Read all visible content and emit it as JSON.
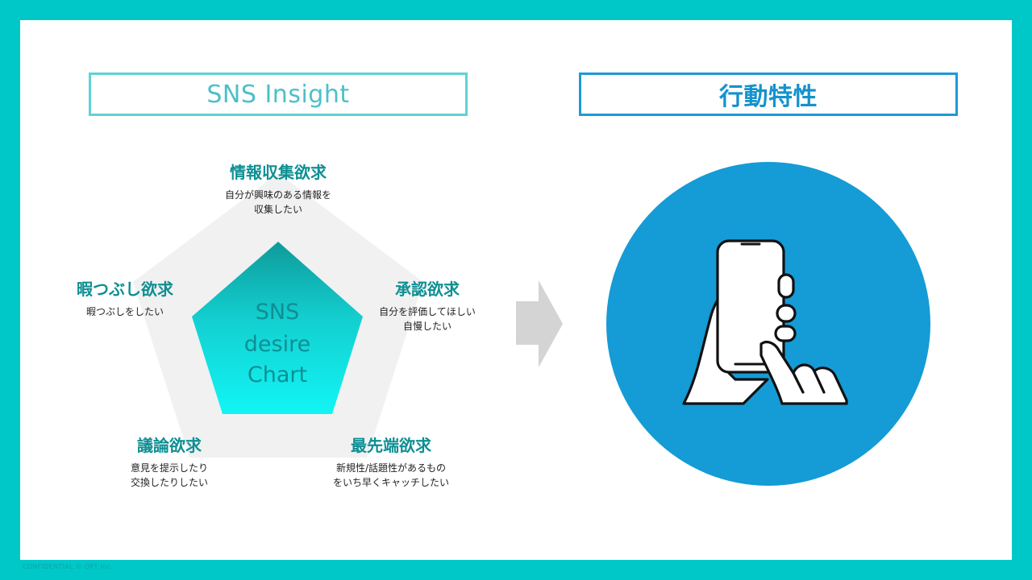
{
  "left_header": "SNS Insight",
  "right_header": "行動特性",
  "center_label": [
    "SNS",
    "desire",
    "Chart"
  ],
  "categories": {
    "top": {
      "title": "情報収集欲求",
      "desc": [
        "自分が興味のある情報を",
        "収集したい"
      ]
    },
    "right": {
      "title": "承認欲求",
      "desc": [
        "自分を評価してほしい",
        "自慢したい"
      ]
    },
    "bottom_right": {
      "title": "最先端欲求",
      "desc": [
        "新規性/話題性があるもの",
        "をいち早くキャッチしたい"
      ]
    },
    "bottom_left": {
      "title": "議論欲求",
      "desc": [
        "意見を提示したり",
        "交換したりしたい"
      ]
    },
    "left": {
      "title": "暇つぶし欲求",
      "desc": [
        "暇つぶしをしたい"
      ]
    }
  },
  "colors": {
    "background_border": "#00c8c8",
    "outer_pentagon": "#f1f1f1",
    "inner_pentagon_top": "#0f9a9a",
    "inner_pentagon_bottom": "#12f5f5",
    "arrow": "#d4d4d4",
    "circle": "#159bd5"
  },
  "icons": {
    "arrow": "right-arrow-icon",
    "phone": "hand-holding-smartphone-icon"
  },
  "footer": "CONFIDENTIAL © OPT Inc."
}
